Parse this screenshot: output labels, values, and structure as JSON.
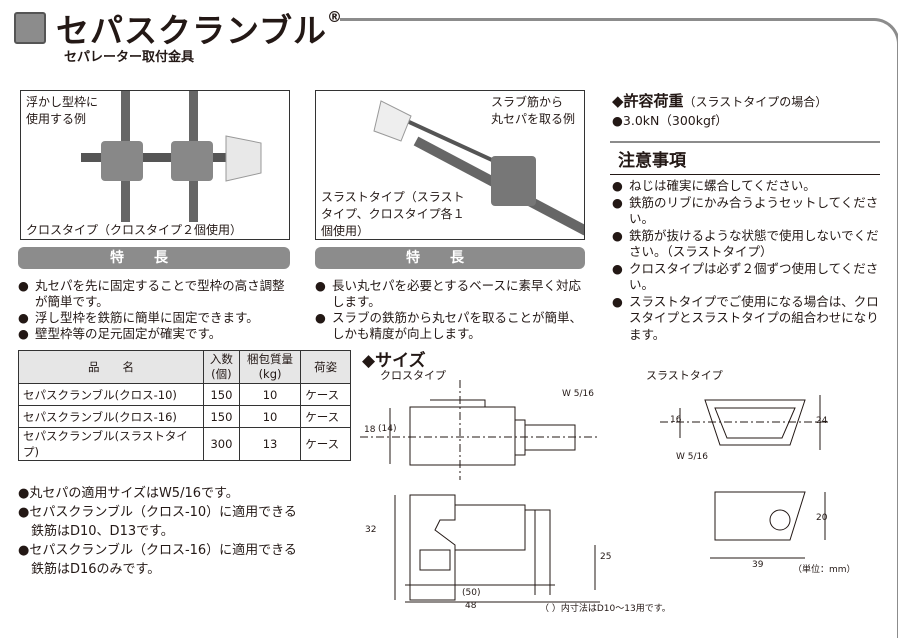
{
  "header": {
    "title": "セパスクランブル",
    "registered_mark": "®",
    "subtitle": "セパレーター取付金具"
  },
  "photos": [
    {
      "caption": "浮かし型枠に\n使用する例",
      "caption_bottom": "クロスタイプ（クロスタイプ２個使用）"
    },
    {
      "caption": "スラブ筋から\n丸セパを取る例",
      "caption_bottom": "スラストタイプ（スラスト\nタイプ、クロスタイプ各１\n個使用）"
    }
  ],
  "features": [
    {
      "label": "特長",
      "items": [
        "丸セパを先に固定することで型枠の高さ調整が簡単です。",
        "浮し型枠を鉄筋に簡単に固定できます。",
        "壁型枠等の足元固定が確実です。"
      ]
    },
    {
      "label": "特長",
      "items": [
        "長い丸セパを必要とするベースに素早く対応します。",
        "スラブの鉄筋から丸セパを取ることが簡単、しかも精度が向上します。"
      ]
    }
  ],
  "table": {
    "headers": [
      "品　　名",
      "入数\n(個)",
      "梱包質量\n(kg)",
      "荷姿"
    ],
    "rows": [
      [
        "セパスクランブル(クロス-10)",
        "150",
        "10",
        "ケース"
      ],
      [
        "セパスクランブル(クロス-16)",
        "150",
        "10",
        "ケース"
      ],
      [
        "セパスクランブル(スラストタイプ)",
        "300",
        "13",
        "ケース"
      ]
    ]
  },
  "notes": [
    "●丸セパの適用サイズはW5/16です。",
    "●セパスクランブル（クロス-10）に適用できる\n　鉄筋はD10、D13です。",
    "●セパスクランブル（クロス-16）に適用できる\n　鉄筋はD16のみです。"
  ],
  "load": {
    "heading": "◆許容荷重",
    "note": "（スラストタイプの場合）",
    "value": "●3.0kN（300kgf）"
  },
  "caution": {
    "heading": "注意事項",
    "items": [
      "ねじは確実に螺合してください。",
      "鉄筋のリブにかみ合うようセットしてください。",
      "鉄筋が抜けるような状態で使用しないでください。（スラストタイプ）",
      "クロスタイプは必ず２個ずつ使用してください。",
      "スラストタイプでご使用になる場合は、クロスタイプとスラストタイプの組合わせになります。"
    ]
  },
  "size": {
    "heading": "◆サイズ",
    "cross_label": "クロスタイプ",
    "thrust_label": "スラストタイプ",
    "dims": {
      "w1": "W 5/16",
      "w2": "W 5/16",
      "d18": "18",
      "d14": "(14)",
      "d32": "32",
      "d25": "25",
      "d50": "(50)",
      "d48": "48",
      "d16": "16",
      "d24": "24",
      "d20": "20",
      "d39": "39"
    },
    "unit": "（単位：mm）",
    "footnote": "（ ）内寸法はD10～13用です。"
  }
}
